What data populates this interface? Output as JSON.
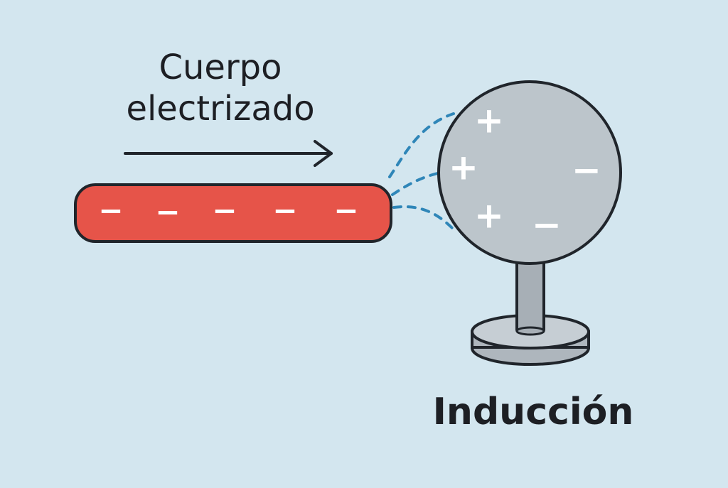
{
  "labels": {
    "charged_body_line_1": "Cuerpo",
    "charged_body_line_2": "electrizado",
    "process_label": "Inducción"
  },
  "rod": {
    "charges": [
      "−",
      "−",
      "−",
      "−",
      "−"
    ],
    "color": "#e65449"
  },
  "sphere": {
    "charges": [
      "+",
      "+",
      "+",
      "−",
      "−"
    ],
    "color": "#bcc5cb"
  },
  "stand": {
    "color": "#a7afb6"
  },
  "field_lines": {
    "color": "#2f86b8"
  },
  "colors": {
    "background": "#d3e6ef",
    "outline": "#20252b",
    "text": "#1d1f24"
  }
}
